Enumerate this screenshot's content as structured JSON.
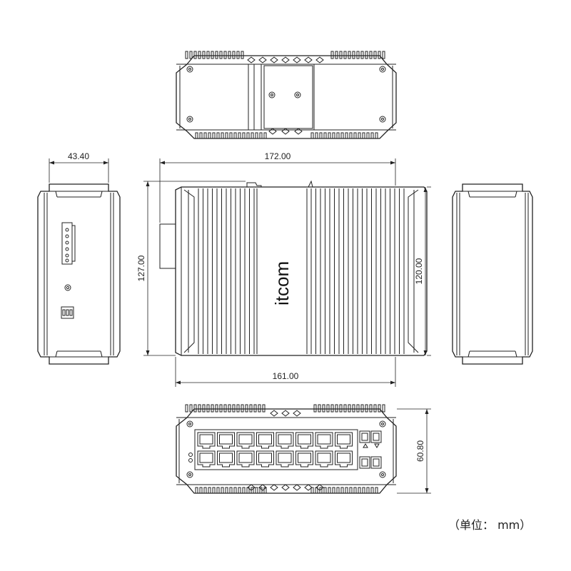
{
  "dimensions": {
    "depth": "43.40",
    "length_overall": "172.00",
    "length_body": "161.00",
    "height_overall": "127.00",
    "height_body": "120.00",
    "width": "60.80"
  },
  "brand": "itcom",
  "units_label": "（单位： mm）",
  "colors": {
    "line": "#222222",
    "background": "#ffffff"
  },
  "front_ports": {
    "rj45_rows": 2,
    "rj45_per_row": 8,
    "sfp_ports": 4
  }
}
